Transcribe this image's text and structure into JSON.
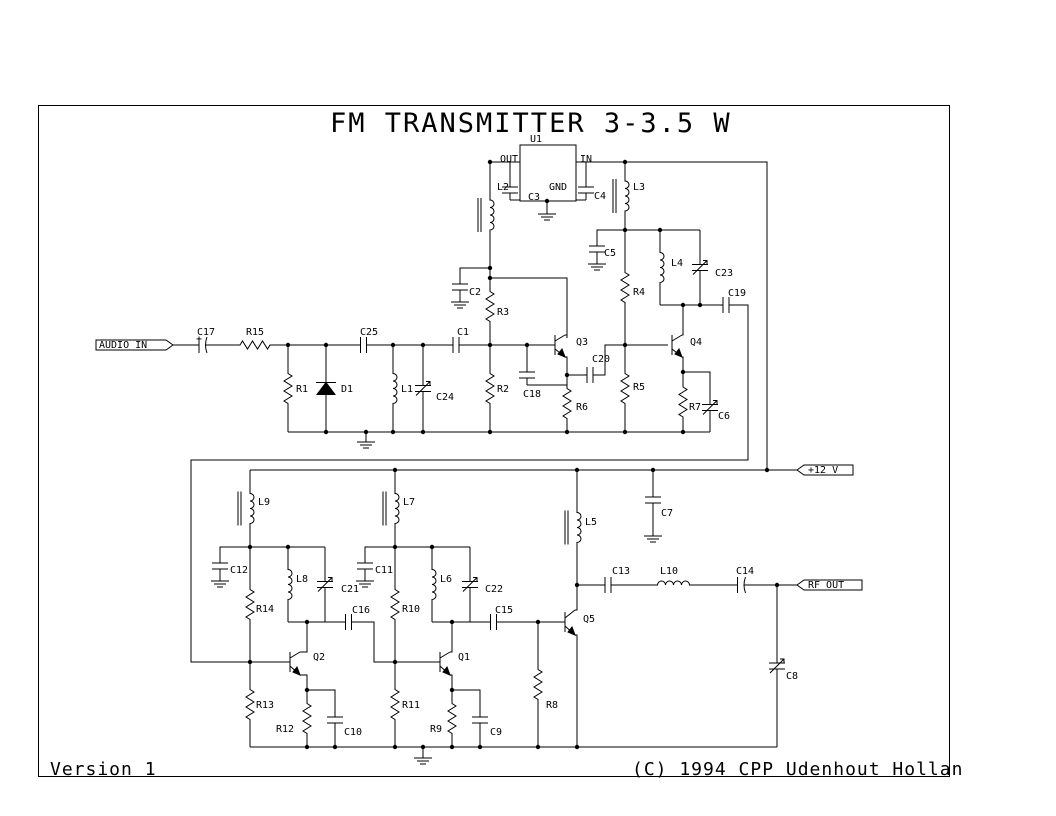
{
  "title": "FM TRANSMITTER 3-3.5 W",
  "footer": {
    "version": "Version 1",
    "copyright": "(C) 1994 CPP Udenhout Hollan"
  },
  "ports": {
    "audio_in": "AUDIO IN",
    "supply": "+12 V",
    "rf_out": "RF OUT"
  },
  "regulator": {
    "name": "U1",
    "out": "OUT",
    "in": "IN",
    "gnd": "GND"
  },
  "components": {
    "R1": "R1",
    "R2": "R2",
    "R3": "R3",
    "R4": "R4",
    "R5": "R5",
    "R6": "R6",
    "R7": "R7",
    "R8": "R8",
    "R9": "R9",
    "R10": "R10",
    "R11": "R11",
    "R12": "R12",
    "R13": "R13",
    "R14": "R14",
    "R15": "R15",
    "C1": "C1",
    "C2": "C2",
    "C3": "C3",
    "C4": "C4",
    "C5": "C5",
    "C6": "C6",
    "C7": "C7",
    "C8": "C8",
    "C9": "C9",
    "C10": "C10",
    "C11": "C11",
    "C12": "C12",
    "C13": "C13",
    "C14": "C14",
    "C15": "C15",
    "C16": "C16",
    "C17": "C17",
    "C18": "C18",
    "C19": "C19",
    "C20": "C20",
    "C21": "C21",
    "C22": "C22",
    "C23": "C23",
    "C24": "C24",
    "C25": "C25",
    "L1": "L1",
    "L2": "L2",
    "L3": "L3",
    "L4": "L4",
    "L5": "L5",
    "L6": "L6",
    "L7": "L7",
    "L8": "L8",
    "L9": "L9",
    "L10": "L10",
    "Q1": "Q1",
    "Q2": "Q2",
    "Q3": "Q3",
    "Q4": "Q4",
    "Q5": "Q5",
    "D1": "D1",
    "C17_plus": "+"
  }
}
